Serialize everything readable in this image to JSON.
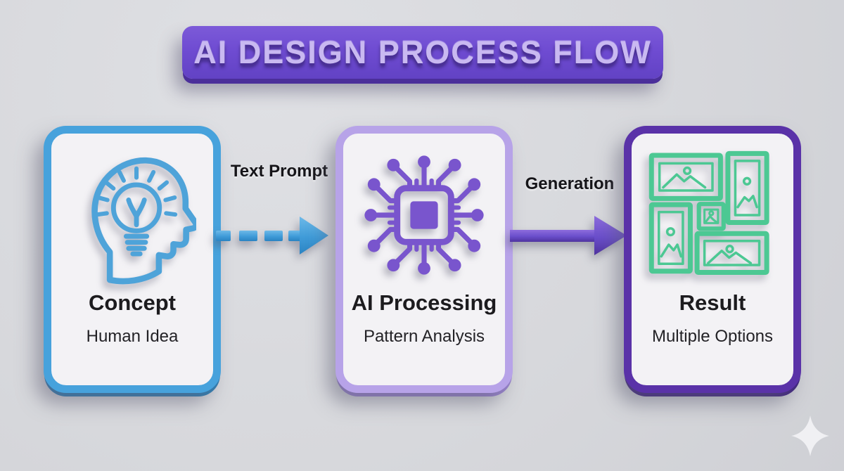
{
  "header": {
    "title": "AI DESIGN PROCESS FLOW"
  },
  "cards": [
    {
      "title": "Concept",
      "subtitle": "Human Idea",
      "icon": "head-lightbulb-icon",
      "accent_color": "#47a2dc"
    },
    {
      "title": "AI Processing",
      "subtitle": "Pattern Analysis",
      "icon": "circuit-chip-icon",
      "accent_color": "#b7a3e8"
    },
    {
      "title": "Result",
      "subtitle": "Multiple Options",
      "icon": "image-grid-icon",
      "accent_color": "#5a32a8"
    }
  ],
  "connectors": [
    {
      "label": "Text Prompt",
      "style": "dashed",
      "color": "#3f9bd8"
    },
    {
      "label": "Generation",
      "style": "solid",
      "color": "#6a4ecb"
    }
  ],
  "decor": {
    "sparkle_icon": "four-point-star",
    "background_color": "#d8d9dd",
    "banner_color": "#6f4cd2",
    "icon_colors": {
      "concept": "#4ea3d9",
      "ai_processing": "#7955cd",
      "result": "#4cc893"
    }
  }
}
